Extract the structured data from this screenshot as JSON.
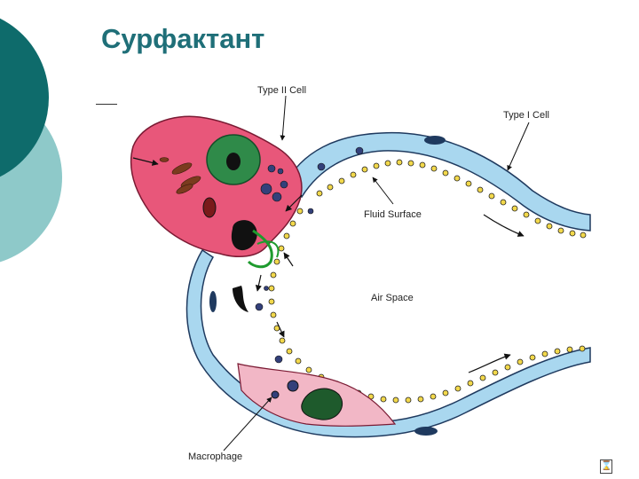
{
  "slide": {
    "title": "Сурфактант"
  },
  "labels": {
    "type2": "Type II Cell",
    "type1": "Type I Cell",
    "fluid": "Fluid Surface",
    "air": "Air Space",
    "macrophage": "Macrophage"
  },
  "colors": {
    "theme_dark": "#0e6b6b",
    "theme_light": "#8ec9c9",
    "membrane_blue": "#a9d7ef",
    "membrane_border": "#1f3a5f",
    "type2_cell": "#e8577a",
    "nucleus_green": "#2f8a49",
    "macrophage_pink": "#f2b7c6",
    "surfactant_yellow": "#f2d84b",
    "myelin_green": "#1e9b2e"
  },
  "icons": {
    "slide_corner": "slide-corner-icon"
  }
}
